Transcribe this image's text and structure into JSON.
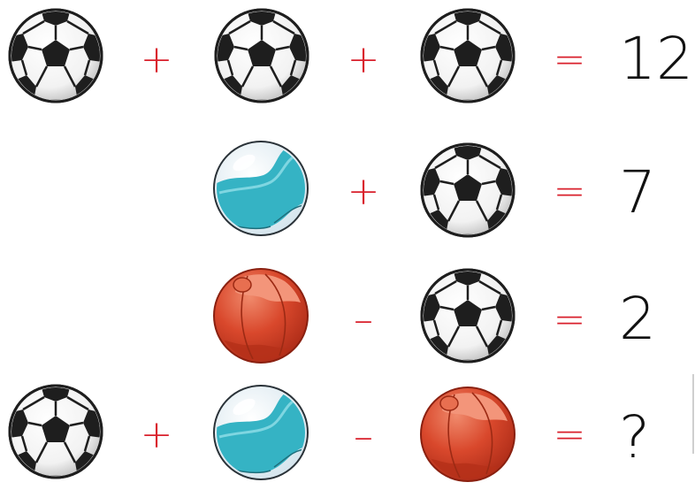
{
  "puzzle": {
    "rows": [
      {
        "cells": [
          "soccer-ball",
          "soccer-ball",
          "soccer-ball"
        ],
        "operators": [
          "+",
          "+"
        ],
        "equals": "=",
        "result": "12"
      },
      {
        "cells": [
          "glass-marble",
          "soccer-ball"
        ],
        "operators": [
          "+"
        ],
        "equals": "=",
        "result": "7"
      },
      {
        "cells": [
          "red-ball",
          "soccer-ball"
        ],
        "operators": [
          "–"
        ],
        "equals": "=",
        "result": "2"
      },
      {
        "cells": [
          "soccer-ball",
          "glass-marble",
          "red-ball"
        ],
        "operators": [
          "+",
          "–"
        ],
        "equals": "=",
        "result": "?"
      }
    ]
  },
  "colors": {
    "operator": "#d9202c",
    "result_text": "#111111",
    "soccer_dark": "#1e1e1e",
    "marble_teal": "#35b3c4",
    "red_ball": "#d9482c"
  }
}
